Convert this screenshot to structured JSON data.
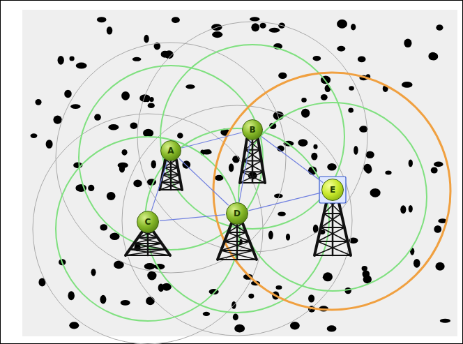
{
  "diagram": {
    "nodes": [
      {
        "text": [
          "A"
        ]
      },
      {
        "text": [
          "B"
        ]
      },
      {
        "text": [
          "C"
        ]
      },
      {
        "text": [
          "D"
        ]
      },
      {
        "text": [
          "E"
        ]
      }
    ],
    "edges": [
      {
        "from": 0,
        "to": 1,
        "arrow": "none"
      },
      {
        "from": 0,
        "to": 2,
        "arrow": "none"
      },
      {
        "from": 0,
        "to": 3,
        "arrow": "none"
      },
      {
        "from": 1,
        "to": 3,
        "arrow": "none"
      },
      {
        "from": 1,
        "to": 4,
        "arrow": "none"
      },
      {
        "from": 2,
        "to": 3,
        "arrow": "none"
      },
      {
        "from": 3,
        "to": 4,
        "arrow": "none"
      }
    ]
  }
}
